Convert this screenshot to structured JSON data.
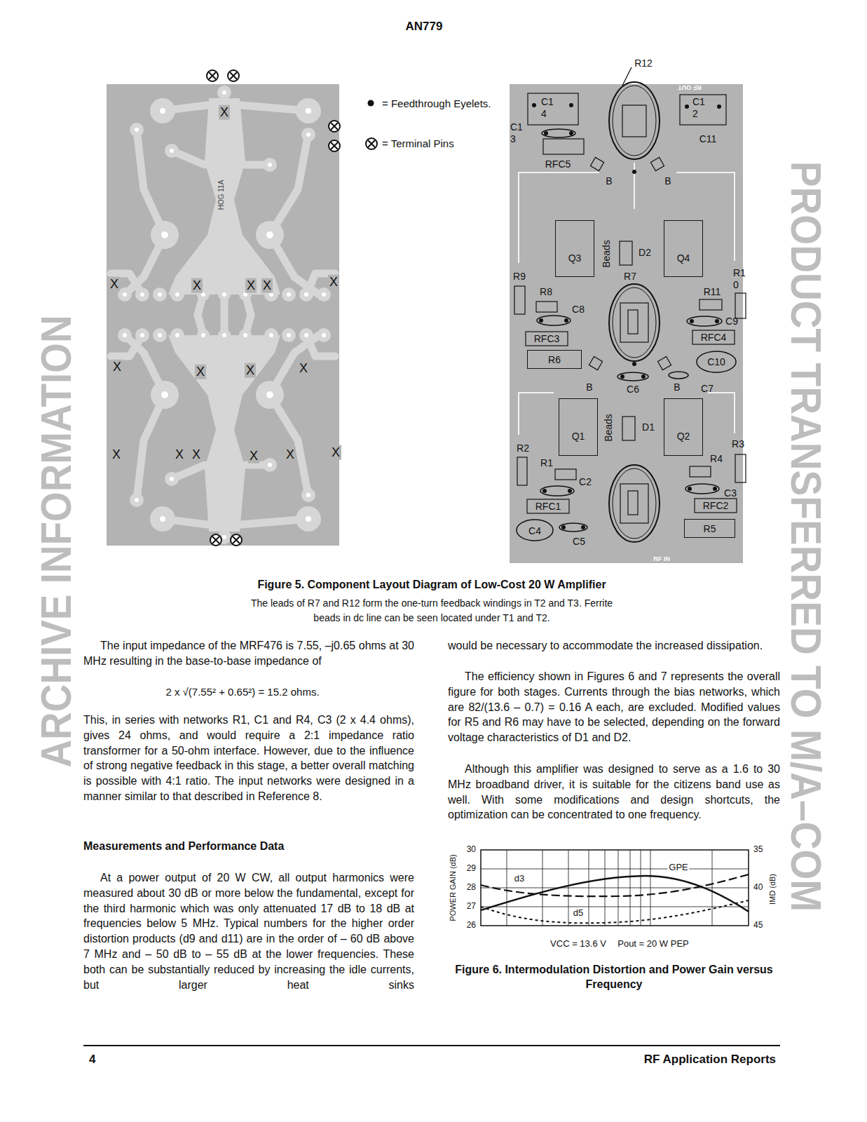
{
  "diagram": {
    "title": "AN779",
    "caption": "Figure 5. Component Layout Diagram of Low-Cost 20 W Amplifier",
    "nodes": [
      {
        "text": [
          "Q3"
        ]
      },
      {
        "text": [
          "Q4"
        ]
      },
      {
        "text": [
          "R6"
        ]
      },
      {
        "text": [
          "Q1"
        ]
      },
      {
        "text": [
          "Q2"
        ]
      },
      {
        "text": [
          "R5"
        ]
      }
    ],
    "labels": [
      "HOG 11A",
      "X",
      "X",
      "X",
      "X",
      "X",
      "X",
      "X",
      "X",
      "X",
      "X",
      "X",
      "X",
      "X",
      "X",
      "X",
      "X",
      "R12",
      "RF OUT",
      "C1 4",
      "C1 3",
      "C1 2",
      "C11",
      "RFC5",
      "B",
      "B",
      "Beads",
      "D2",
      "R9",
      "R8",
      "R7",
      "R1 0",
      "R11",
      "C8",
      "C9",
      "RFC3",
      "RFC4",
      "C10",
      "B",
      "C6",
      "B",
      "C7",
      "Beads",
      "D1",
      "R2",
      "R3",
      "R1",
      "R4",
      "C2",
      "C3",
      "RFC1",
      "RFC2",
      "C4",
      "C5",
      "RF IN",
      "The leads of R7 and R12 form the one-turn feedback windings in T2 and T3. Ferrite beads in dc line can be seen located under T1 and T2.",
      "The input impedance of the MRF476 is 7.55, –j0.65 ohms at 30 MHz resulting in the base-to-base impedance of",
      "2 x √(7.55² + 0.65²) = 15.2 ohms.",
      "This, in series with networks R1, C1 and R4, C3 (2 x 4.4 ohms), gives 24 ohms, and would require a 2:1 impedance ratio transformer for a 50-ohm interface. However, due to the influence of strong negative feedback in this stage, a better overall matching is possible with 4:1 ratio. The input networks were designed in a manner similar to that described in Reference 8.",
      "Measurements and Performance Data",
      "At a power output of 20 W CW, all output harmonics were measured about 30 dB or more below the fundamental, except for the third harmonic which was only attenuated 17 dB to 18 dB at frequencies below 5 MHz. Typical numbers for the higher order distortion products (d9 and d11) are in the order of – 60 dB above 7 MHz and – 50 dB to – 55 dB at the lower frequencies. These both can be substantially reduced by increasing the idle currents, but larger heat sinks",
      "would be necessary to accommodate the increased dissipation.",
      "The efficiency shown in Figures 6 and 7 represents the overall figure for both stages. Currents through the bias networks, which are 82/(13.6 – 0.7) = 0.16 A each, are excluded. Modified values for R5 and R6 may have to be selected, depending on the forward voltage characteristics of D1 and D2.",
      "Although this amplifier was designed to serve as a 1.6 to 30 MHz broadband driver, it is suitable for the citizens band use as well. With some modifications and design shortcuts, the optimization can be concentrated to one frequency.",
      "30",
      "29",
      "28",
      "27",
      "26",
      "35",
      "40",
      "45",
      "POWER GAIN (dB)",
      "IMD (dB)",
      "GPE",
      "d3",
      "d5",
      "VCC = 13.6 V",
      "Pout = 20 W PEP",
      "Figure 6. Intermodulation Distortion and Power Gain versus Frequency",
      "4",
      "RF Application Reports",
      "ARCHIVE INFORMATION",
      "PRODUCT TRANSFERRED TO M/A–COM"
    ],
    "legend": [
      {
        "text": "= Feedthrough Eyelets."
      },
      {
        "text": "= Terminal Pins"
      }
    ]
  }
}
